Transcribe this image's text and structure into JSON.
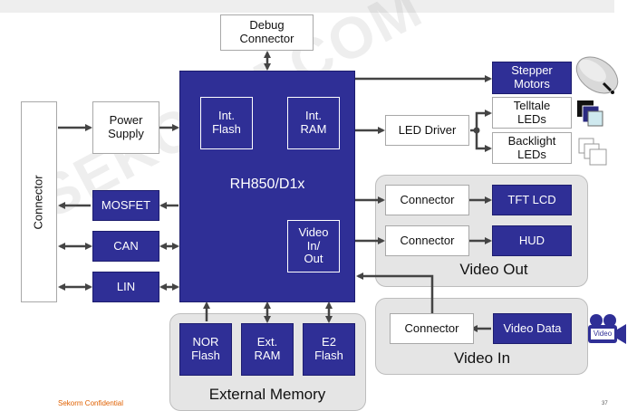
{
  "debug_connector": "Debug\nConnector",
  "connector": "Connector",
  "power_supply": "Power\nSupply",
  "mosfet": "MOSFET",
  "can": "CAN",
  "lin": "LIN",
  "mcu": {
    "name": "RH850/D1x",
    "int_flash": "Int.\nFlash",
    "int_ram": "Int.\nRAM",
    "video_io": "Video\nIn/\nOut"
  },
  "led_driver": "LED Driver",
  "stepper_motors": "Stepper\nMotors",
  "telltale_leds": "Telltale\nLEDs",
  "backlight_leds": "Backlight\nLEDs",
  "video_out": {
    "title": "Video Out",
    "connector_1": "Connector",
    "connector_2": "Connector",
    "tft_lcd": "TFT LCD",
    "hud": "HUD"
  },
  "video_in": {
    "title": "Video In",
    "connector": "Connector",
    "video_data": "Video Data",
    "icon_label": "Video"
  },
  "external_memory": {
    "title": "External Memory",
    "nor_flash": "NOR\nFlash",
    "ext_ram": "Ext.\nRAM",
    "e2_flash": "E2\nFlash"
  },
  "watermark": "SEKORM.COM",
  "footer": "Sekorm Confidential",
  "page_number": "37",
  "colors": {
    "block_blue": "#2f2f96",
    "arrow": "#444444",
    "group_grey": "#e5e5e5"
  }
}
